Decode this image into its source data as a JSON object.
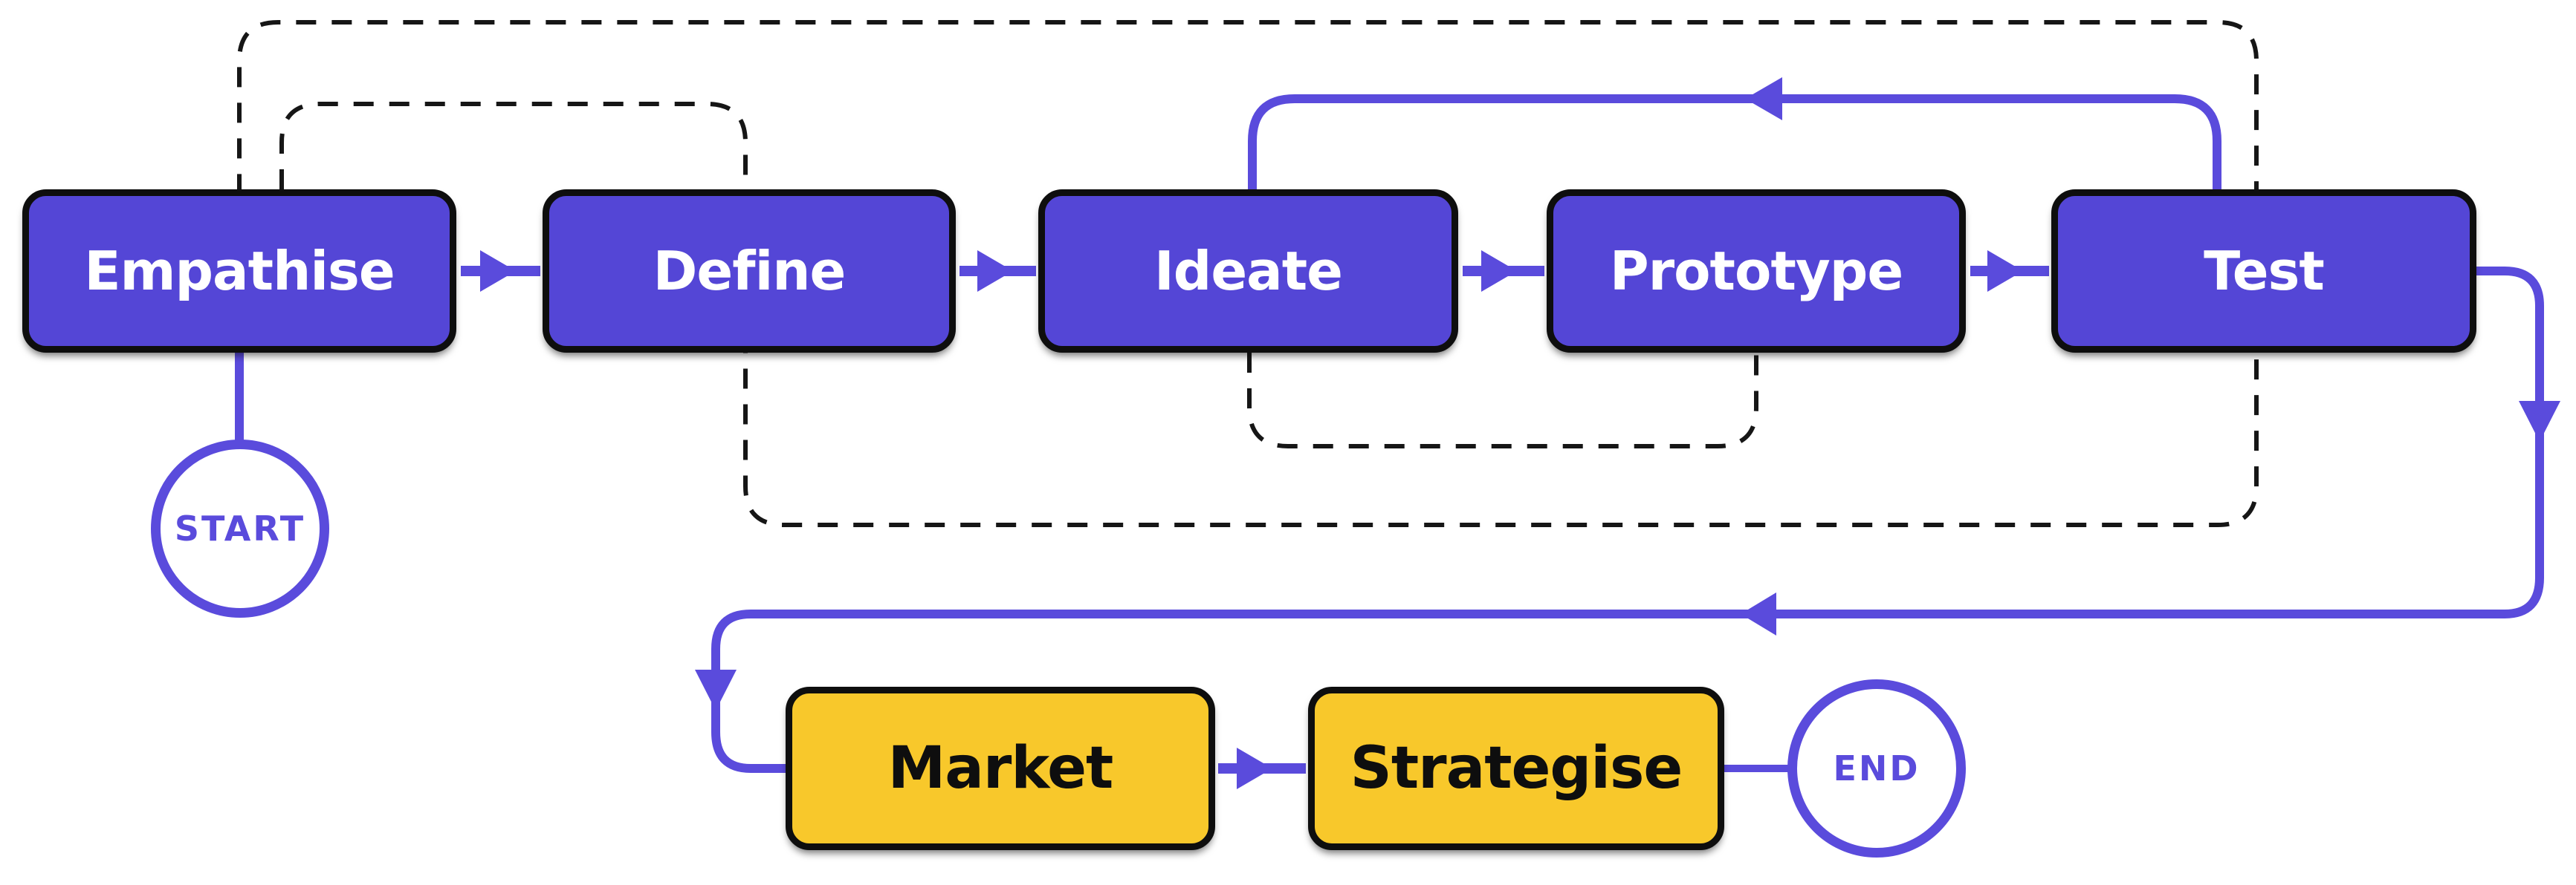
{
  "diagram": {
    "type": "flowchart",
    "nodes": [
      {
        "id": "empathise",
        "label": "Empathise",
        "kind": "process-stage",
        "fill": "#5446D6",
        "text_color": "#FFFFFF"
      },
      {
        "id": "define",
        "label": "Define",
        "kind": "process-stage",
        "fill": "#5446D6",
        "text_color": "#FFFFFF"
      },
      {
        "id": "ideate",
        "label": "Ideate",
        "kind": "process-stage",
        "fill": "#5446D6",
        "text_color": "#FFFFFF"
      },
      {
        "id": "prototype",
        "label": "Prototype",
        "kind": "process-stage",
        "fill": "#5446D6",
        "text_color": "#FFFFFF"
      },
      {
        "id": "test",
        "label": "Test",
        "kind": "process-stage",
        "fill": "#5446D6",
        "text_color": "#FFFFFF"
      },
      {
        "id": "market",
        "label": "Market",
        "kind": "outcome-stage",
        "fill": "#F8C82B",
        "text_color": "#0E0E0E"
      },
      {
        "id": "strategise",
        "label": "Strategise",
        "kind": "outcome-stage",
        "fill": "#F8C82B",
        "text_color": "#0E0E0E"
      }
    ],
    "terminals": {
      "start": {
        "label": "START"
      },
      "end": {
        "label": "END"
      }
    },
    "edges": [
      {
        "from": "start",
        "to": "empathise",
        "style": "plain-line"
      },
      {
        "from": "empathise",
        "to": "define",
        "style": "arrow-right"
      },
      {
        "from": "define",
        "to": "ideate",
        "style": "arrow-right"
      },
      {
        "from": "ideate",
        "to": "prototype",
        "style": "arrow-right"
      },
      {
        "from": "prototype",
        "to": "test",
        "style": "arrow-right"
      },
      {
        "from": "test",
        "to": "ideate",
        "style": "feedback-loop-over-top, arrow pointing left"
      },
      {
        "from": "test",
        "to": "market",
        "style": "return-path right-down-left-down, three arrowheads"
      },
      {
        "from": "market",
        "to": "strategise",
        "style": "arrow-right"
      },
      {
        "from": "strategise",
        "to": "end",
        "style": "plain-line"
      }
    ],
    "groups": [
      {
        "members": [
          "empathise",
          "define"
        ],
        "style": "small dashed bracket over top"
      },
      {
        "members": [
          "ideate",
          "prototype"
        ],
        "style": "small dashed bracket under bottom"
      },
      {
        "members": [
          "empathise",
          "define",
          "ideate",
          "prototype",
          "test"
        ],
        "style": "large dashed rounded outline"
      }
    ],
    "colors": {
      "stage_fill": "#5446D6",
      "outcome_fill": "#F8C82B",
      "connector": "#5A4BDC",
      "outline": "#0E0E0E",
      "dashed": "#161616",
      "background": "#FFFFFF"
    }
  }
}
